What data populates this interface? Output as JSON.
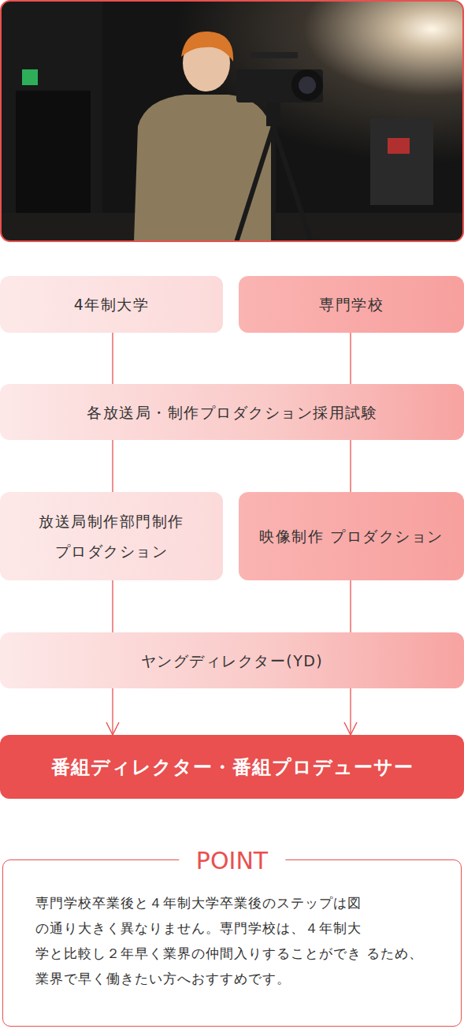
{
  "diagram": {
    "nodes": [
      {
        "text": [
          "4年制大学"
        ]
      },
      {
        "text": [
          "専門学校"
        ]
      },
      {
        "text": [
          "各放送局・制作プロダクション採用試験"
        ]
      },
      {
        "text": [
          "放送局制作部門制作 プロダクション"
        ]
      },
      {
        "text": [
          "映像制作 プロダクション"
        ]
      },
      {
        "text": [
          "ヤングディレクター(YD)"
        ]
      },
      {
        "text": [
          "番組ディレクター・番組プロデューサー"
        ]
      },
      {
        "text": [
          "POINT",
          "専門学校卒業後と４年制大学卒業後のステップは図 の通り大きく異なりません。専門学校は、４年制大 学と比較し２年早く業界の仲間入りすることができ るため、業界で早く働きたい方へおすすめです。"
        ]
      }
    ],
    "edges": [
      {
        "from": 0,
        "to": 2,
        "arrow": "none"
      },
      {
        "from": 1,
        "to": 2,
        "arrow": "none"
      },
      {
        "from": 2,
        "to": 3,
        "arrow": "none"
      },
      {
        "from": 2,
        "to": 4,
        "arrow": "none"
      },
      {
        "from": 3,
        "to": 5,
        "arrow": "none"
      },
      {
        "from": 4,
        "to": 5,
        "arrow": "none"
      },
      {
        "from": 5,
        "to": 6,
        "arrow": "to"
      },
      {
        "from": 5,
        "to": 6,
        "arrow": "to"
      }
    ]
  }
}
